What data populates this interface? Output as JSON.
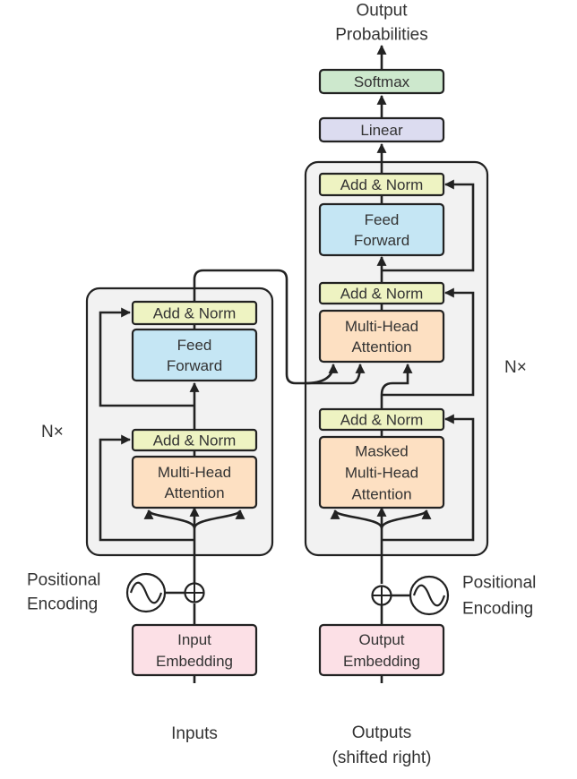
{
  "labels": {
    "output_probabilities": [
      "Output",
      "Probabilities"
    ],
    "inputs": "Inputs",
    "outputs": [
      "Outputs",
      "(shifted right)"
    ],
    "positional_encoding": [
      "Positional",
      "Encoding"
    ],
    "nx": "N×"
  },
  "blocks": {
    "softmax": [
      "Softmax"
    ],
    "linear": [
      "Linear"
    ],
    "add_norm": [
      "Add & Norm"
    ],
    "feed_forward": [
      "Feed",
      "Forward"
    ],
    "multi_head_attention": [
      "Multi-Head",
      "Attention"
    ],
    "masked_multi_head_attention": [
      "Masked",
      "Multi-Head",
      "Attention"
    ],
    "input_embedding": [
      "Input",
      "Embedding"
    ],
    "output_embedding": [
      "Output",
      "Embedding"
    ]
  },
  "colors": {
    "softmax": "#cde8cd",
    "linear": "#dcdcf0",
    "add_norm": "#eef3c2",
    "feed_forward": "#c5e6f4",
    "attention": "#fde0c2",
    "embedding": "#fce0e6",
    "stack": "#f2f2f2",
    "line": "#222222"
  }
}
